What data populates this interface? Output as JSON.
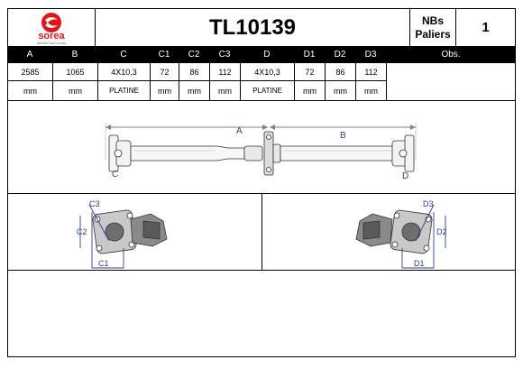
{
  "brand": {
    "logo_text": "sorea",
    "tagline": "DRIVING THE FUTURE"
  },
  "reference": "TL10139",
  "nbs": {
    "label": "NBs\nPaliers",
    "value": "1"
  },
  "columns": [
    "A",
    "B",
    "C",
    "C1",
    "C2",
    "C3",
    "D",
    "D1",
    "D2",
    "D3"
  ],
  "obs_label": "Obs.",
  "values": [
    "2585",
    "1065",
    "4X10,3",
    "72",
    "86",
    "112",
    "4X10,3",
    "72",
    "86",
    "112"
  ],
  "units": [
    "mm",
    "mm",
    "PLATINE",
    "mm",
    "mm",
    "mm",
    "PLATINE",
    "mm",
    "mm",
    "mm"
  ],
  "diagram": {
    "shaft_labels": {
      "a": "A",
      "b": "B",
      "c": "C",
      "d": "D"
    },
    "left_flange_labels": {
      "c1": "C1",
      "c2": "C2",
      "c3": "C3"
    },
    "right_flange_labels": {
      "d1": "D1",
      "d2": "D2",
      "d3": "D3"
    },
    "label_color": "#2c3e91"
  }
}
